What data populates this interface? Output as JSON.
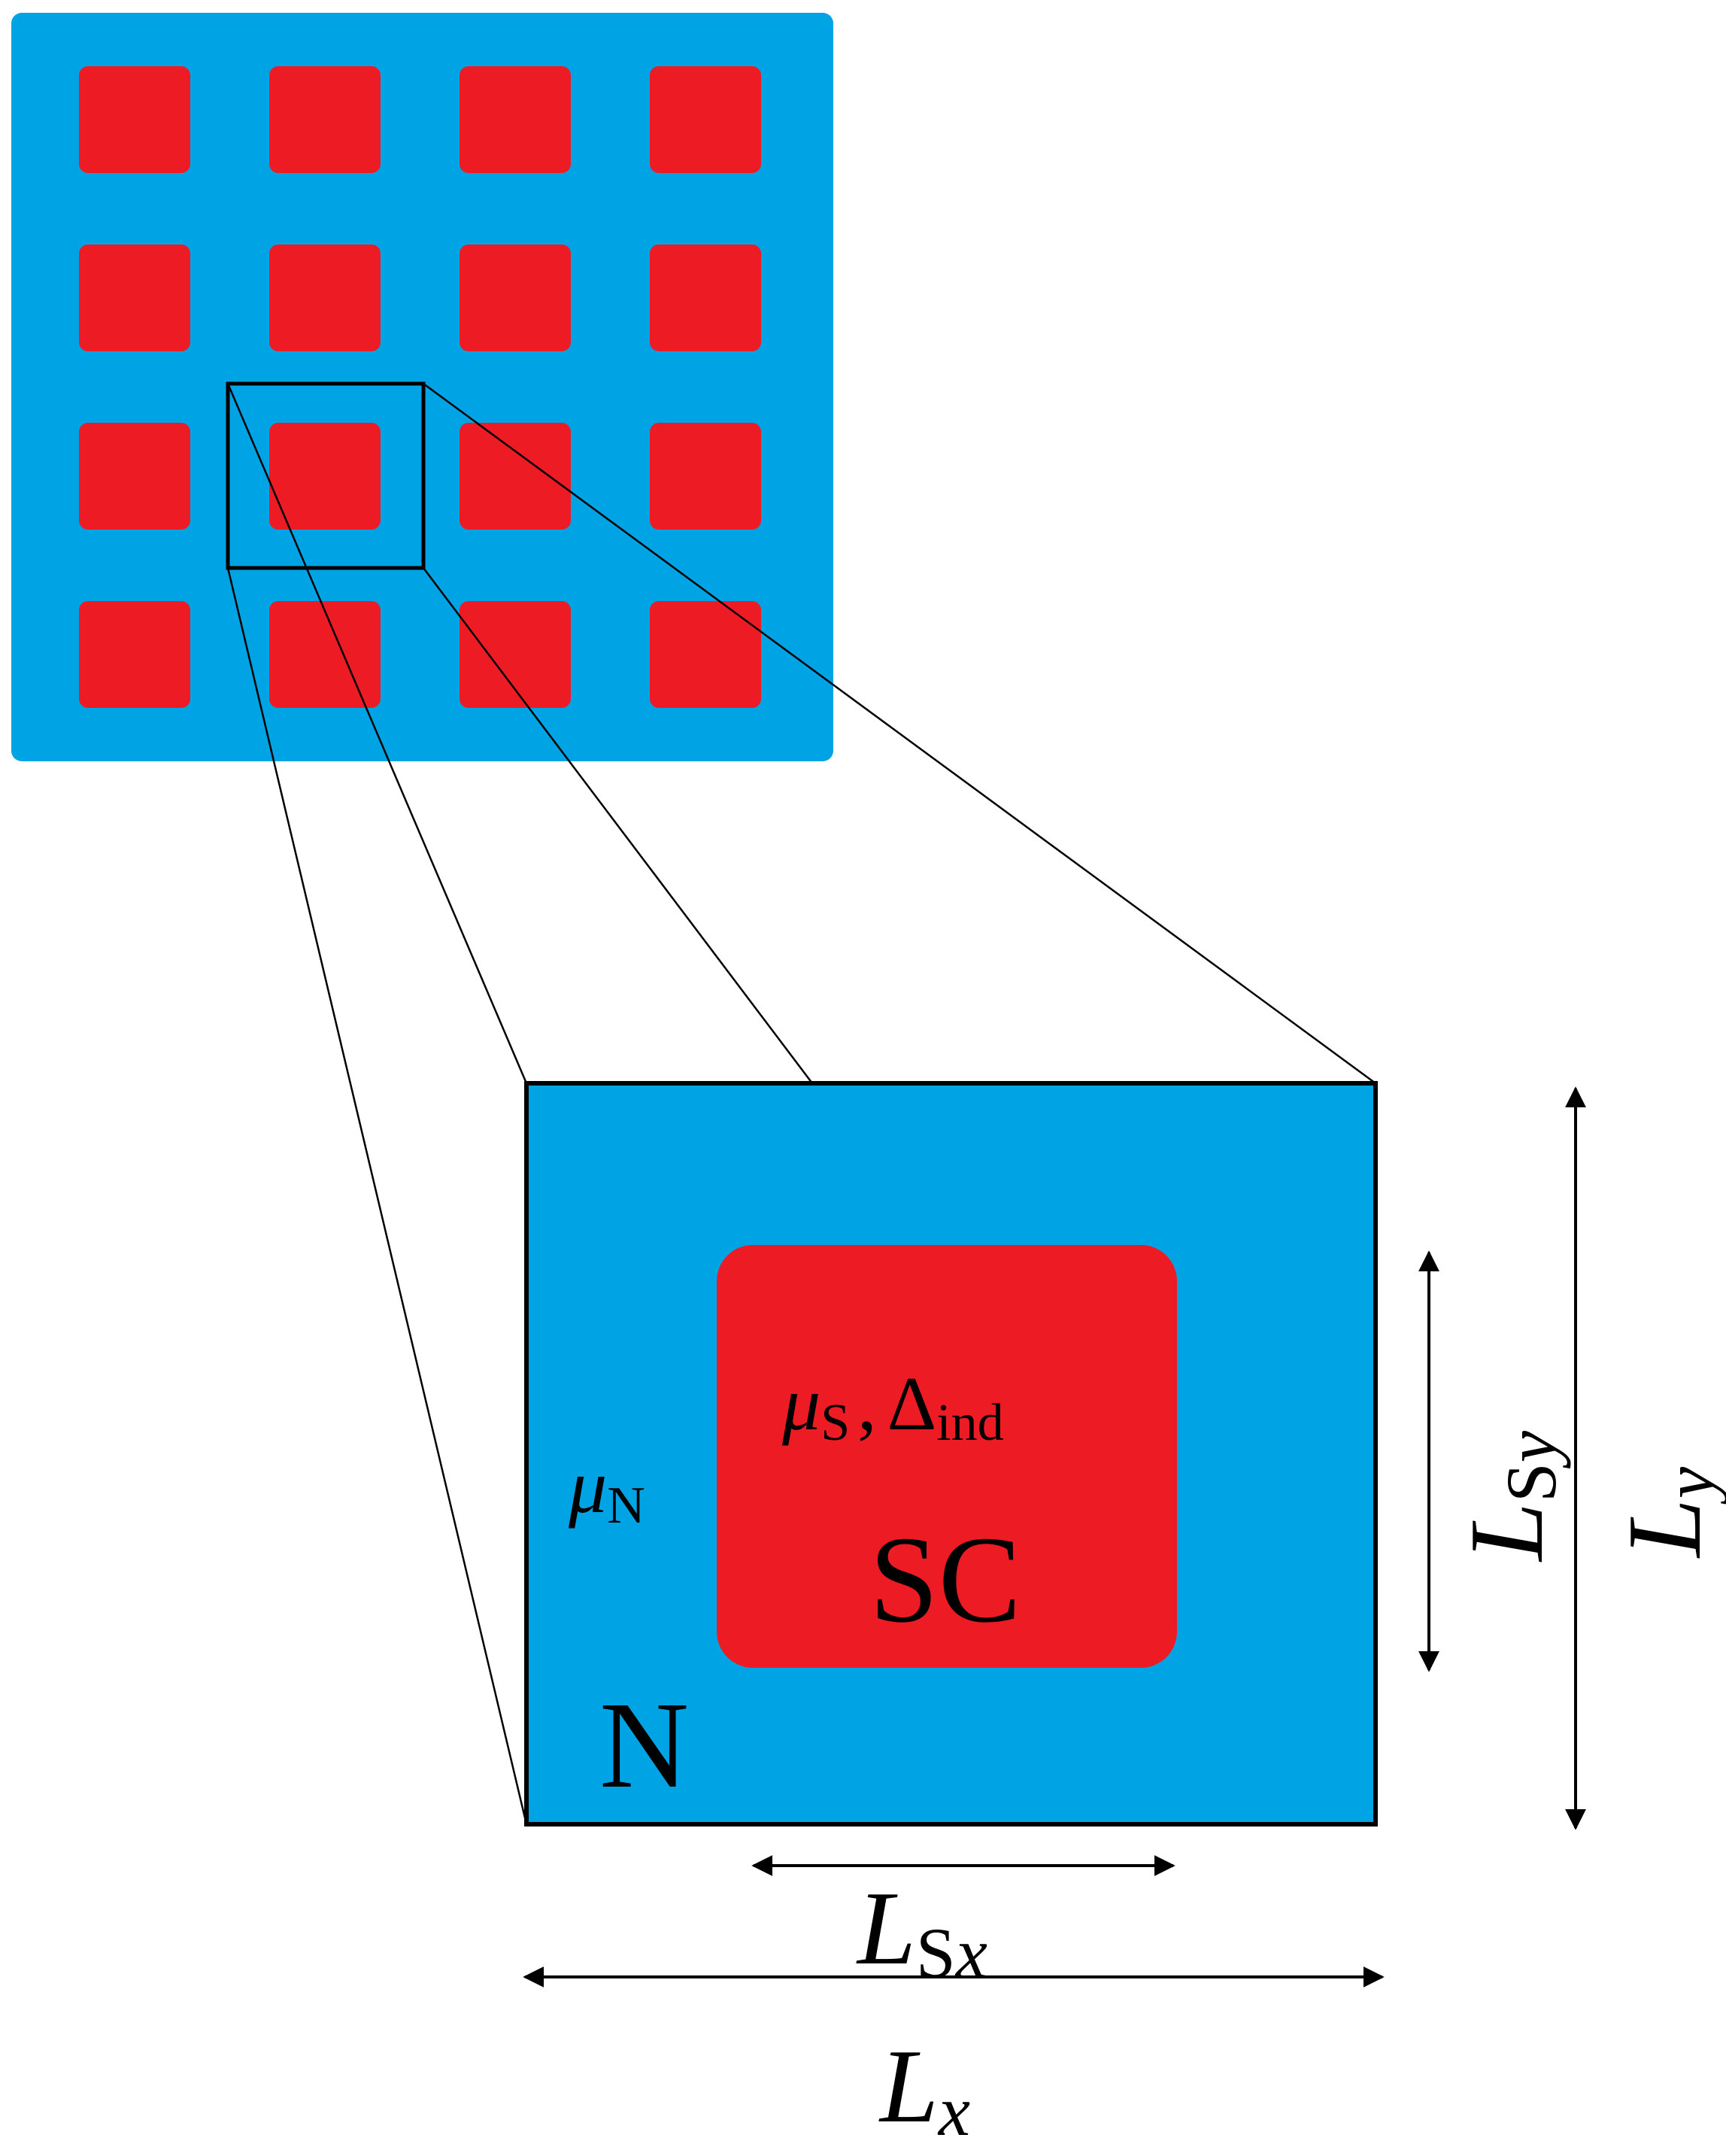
{
  "colors": {
    "normal_region": "#00a3e4",
    "superconductor": "#ed1c24",
    "outline": "#000000",
    "background": "#ffffff"
  },
  "lattice": {
    "rows": 4,
    "cols": 4,
    "highlighted_row": 2,
    "highlighted_col": 1
  },
  "labels": {
    "mu_n": {
      "base": "μ",
      "sub": "N"
    },
    "mu_s": {
      "base": "μ",
      "sub": "S",
      "sep": ",",
      "base2": "Δ",
      "sub2": "ind"
    },
    "sc": "SC",
    "n": "N",
    "lsx": {
      "base": "L",
      "sub": "S",
      "sub_var": "x"
    },
    "lx": {
      "base": "L",
      "sub": "x"
    },
    "lsy": {
      "base": "L",
      "sub": "S",
      "sub_var": "y"
    },
    "ly": {
      "base": "L",
      "sub": "y"
    }
  }
}
